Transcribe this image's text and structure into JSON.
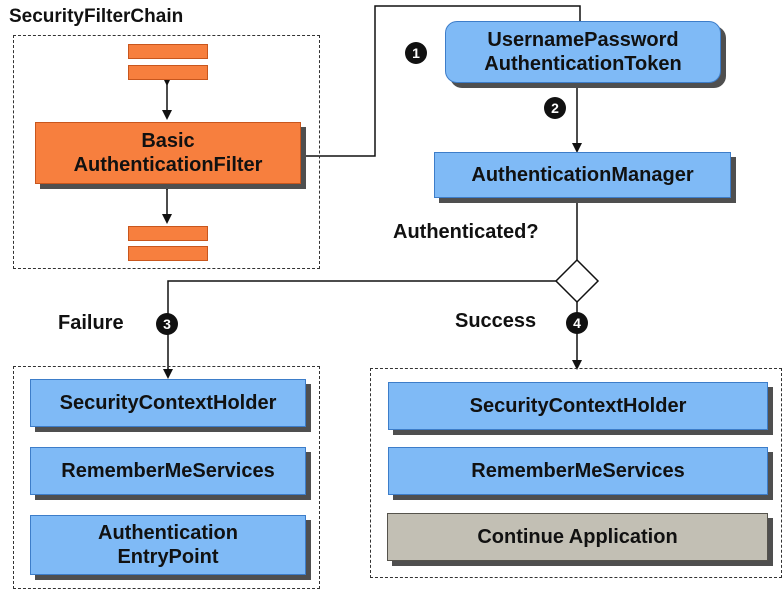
{
  "filter_chain": {
    "title": "SecurityFilterChain",
    "filter_label": "Basic AuthenticationFilter"
  },
  "token": {
    "label": "UsernamePassword AuthenticationToken"
  },
  "manager": {
    "label": "AuthenticationManager"
  },
  "decision": {
    "label": "Authenticated?"
  },
  "failure": {
    "label": "Failure",
    "items": [
      "SecurityContextHolder",
      "RememberMeServices",
      "Authentication EntryPoint"
    ]
  },
  "success": {
    "label": "Success",
    "items": [
      "SecurityContextHolder",
      "RememberMeServices",
      "Continue Application"
    ]
  },
  "steps": [
    "1",
    "2",
    "3",
    "4"
  ],
  "colors": {
    "orange": "#f77f3e",
    "blue": "#7fbaf6",
    "grey": "#c2bfb4"
  }
}
